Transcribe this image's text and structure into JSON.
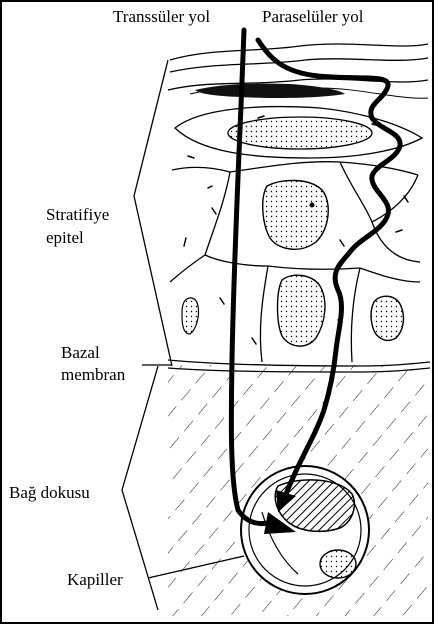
{
  "labels": {
    "transcellular": "Transsüler yol",
    "paracellular": "Paraselüler yol",
    "stratified_line1": "Stratifiye",
    "stratified_line2": "epitel",
    "basal_line1": "Bazal",
    "basal_line2": "membran",
    "connective": "Bağ dokusu",
    "capillary": "Kapiller"
  },
  "colors": {
    "ink": "#000000",
    "background": "#ffffff"
  }
}
